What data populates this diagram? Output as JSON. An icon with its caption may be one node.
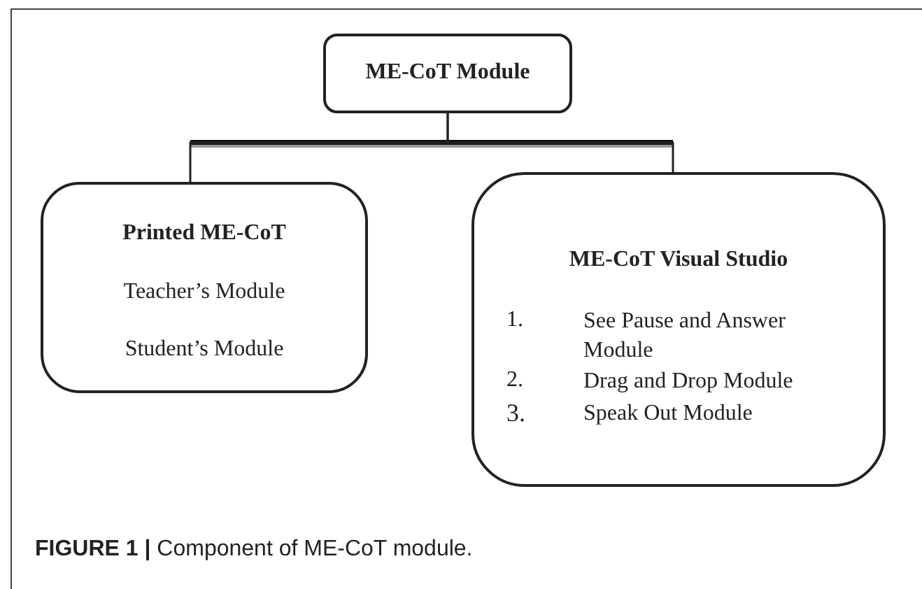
{
  "diagram": {
    "caption": "**FIGURE 1 |** Component of ME-CoT module.",
    "nodes": [
      {
        "text": [
          "ME-CoT Module"
        ]
      },
      {
        "text": [
          "Printed ME-CoT",
          "Teacher’s Module",
          "Student’s Module"
        ]
      },
      {
        "text": [
          "ME-CoT Visual Studio",
          "1.",
          "See Pause and Answer Module",
          "2.",
          "Drag and Drop Module",
          "3.",
          "Speak Out Module"
        ]
      }
    ],
    "edges": [
      {
        "from": 0,
        "to": 1,
        "arrow": "none"
      },
      {
        "from": 0,
        "to": 2,
        "arrow": "none"
      }
    ]
  }
}
